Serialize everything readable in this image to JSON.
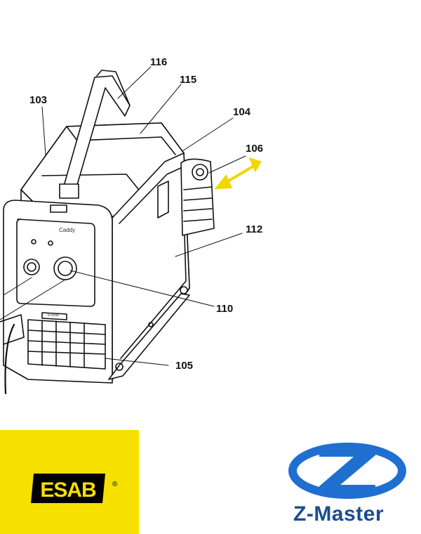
{
  "callouts": {
    "c116": "116",
    "c115": "115",
    "c103": "103",
    "c104": "104",
    "c106": "106",
    "c112": "112",
    "c110": "110",
    "c105": "105"
  },
  "panel_text": {
    "model": "Caddy",
    "badge": "ESAB"
  },
  "logos": {
    "esab": {
      "text": "ESAB",
      "reg": "®",
      "background": "#f5e000",
      "ink": "#000000"
    },
    "zmaster": {
      "text": "Z-Master",
      "color": "#1a4d8f"
    }
  },
  "arrow_color": "#f2d600"
}
